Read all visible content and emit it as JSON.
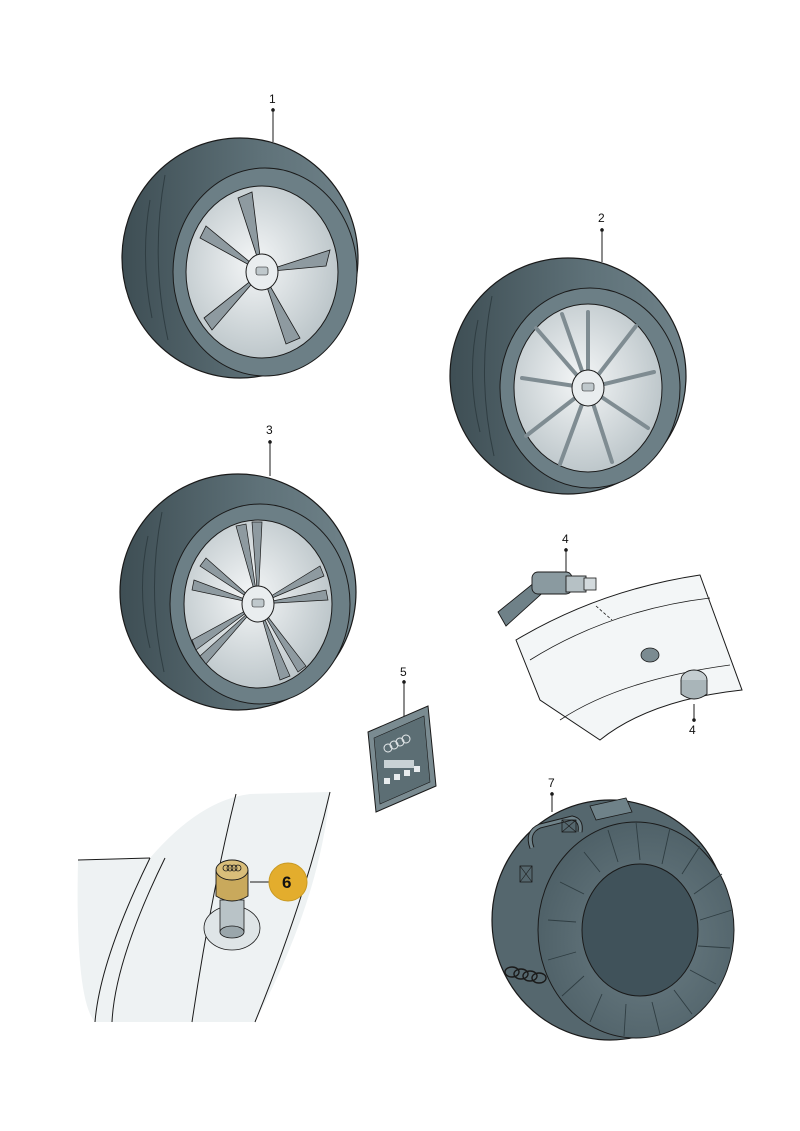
{
  "callouts": {
    "c1": "1",
    "c2": "2",
    "c3": "3",
    "c4a": "4",
    "c4b": "4",
    "c5": "5",
    "c6": "6",
    "c7": "7"
  },
  "colors": {
    "tire": "#5f7279",
    "tire_dark": "#3f4f55",
    "rim": "#dfe4e6",
    "rim_shadow": "#9aa6ab",
    "highlight_badge": "#e3ad2d",
    "line": "#1a1a1a",
    "body_panel": "#eef2f3"
  },
  "icons": [
    "wheel-icon",
    "valve-sensor-icon",
    "wheel-nut-icon",
    "sticker-pack-icon",
    "valve-cap-icon",
    "wheel-bag-icon",
    "four-rings-logo-icon"
  ]
}
